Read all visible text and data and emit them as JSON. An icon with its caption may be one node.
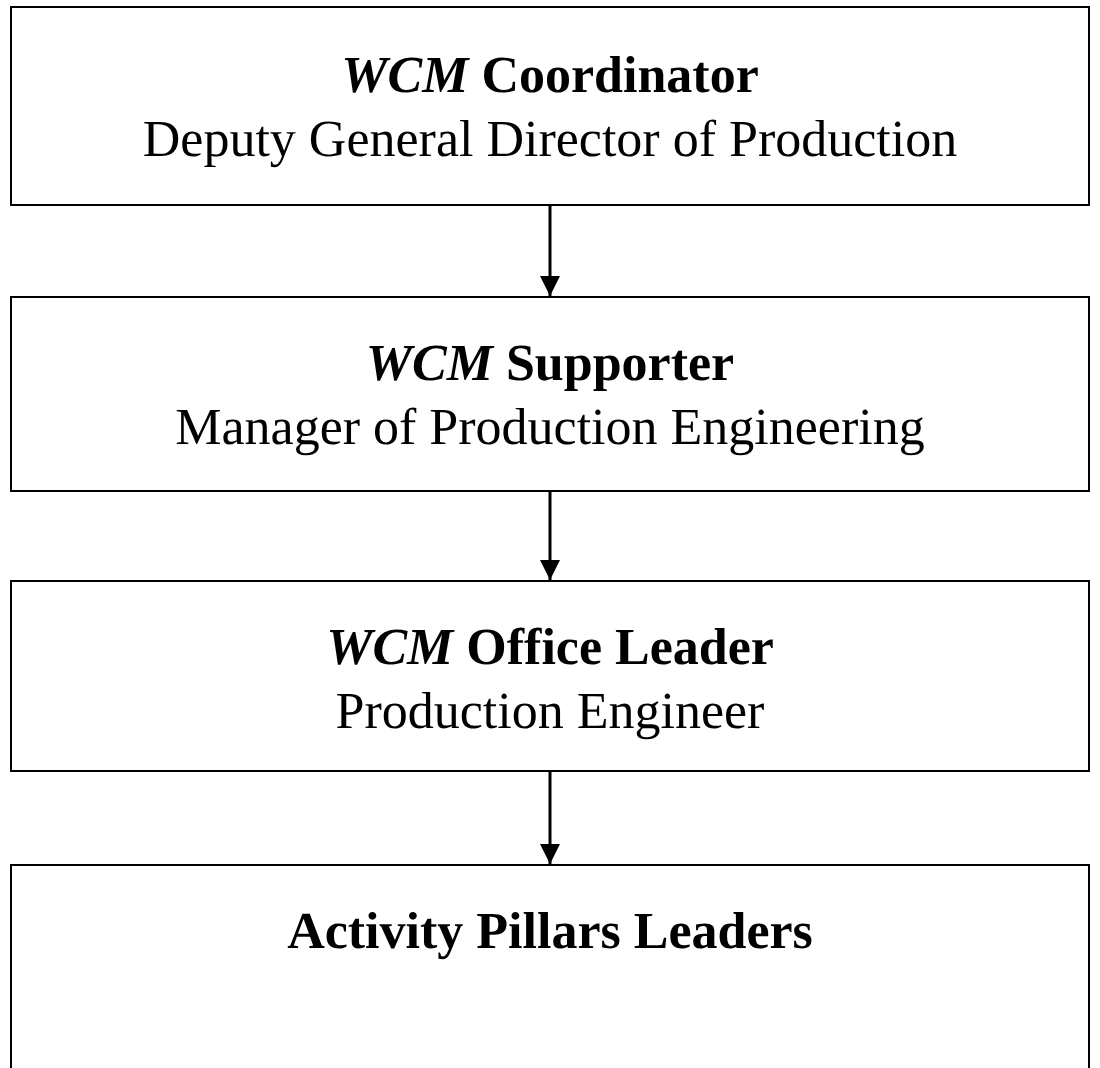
{
  "diagram": {
    "nodes": [
      {
        "text": [
          "*WCM* Coordinator",
          "Deputy General Director of Production"
        ]
      },
      {
        "text": [
          "*WCM* Supporter",
          "Manager of Production Engineering"
        ]
      },
      {
        "text": [
          "*WCM* Office Leader",
          "Production Engineer"
        ]
      },
      {
        "text": [
          "Activity Pillars Leaders"
        ]
      }
    ],
    "edges": [
      {
        "from": 0,
        "to": 1,
        "arrow": "to"
      },
      {
        "from": 1,
        "to": 2,
        "arrow": "to"
      },
      {
        "from": 2,
        "to": 3,
        "arrow": "to"
      }
    ]
  }
}
